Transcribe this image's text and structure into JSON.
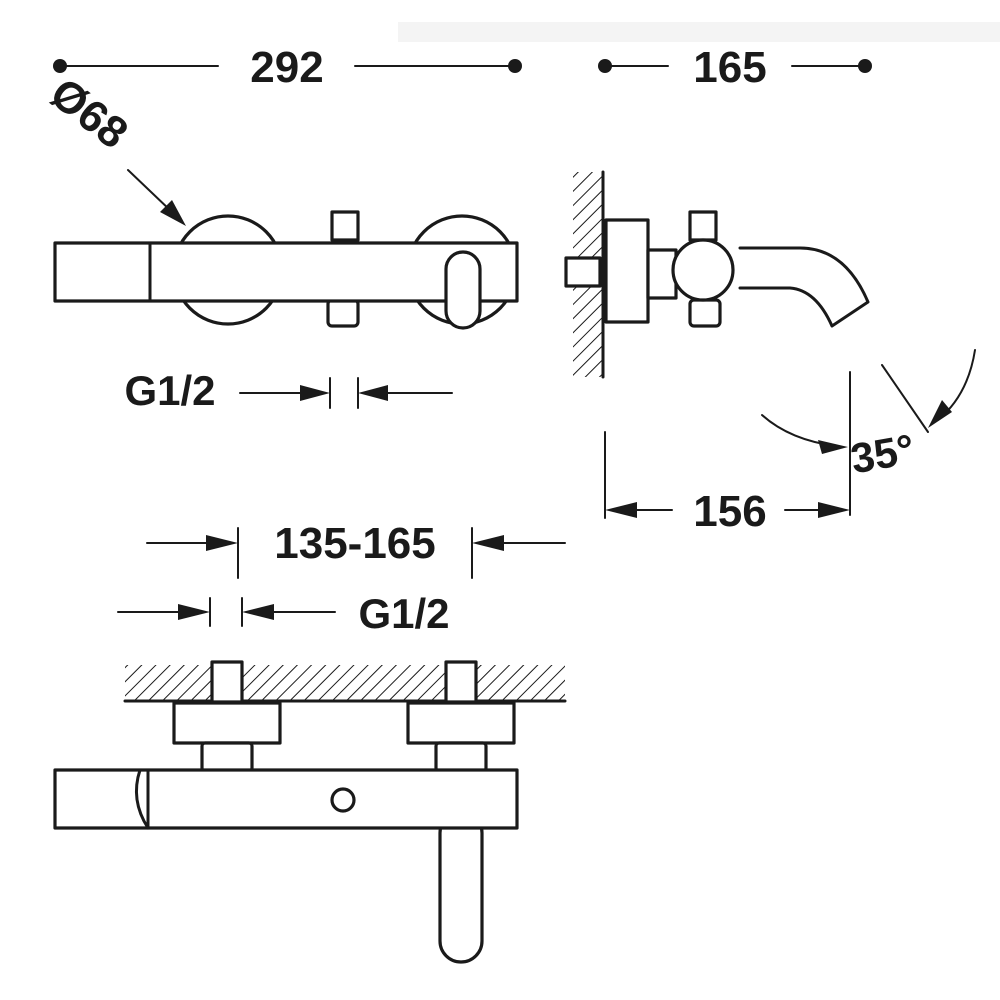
{
  "dimensions": {
    "overall_width": "292",
    "depth": "165",
    "handle_diameter": "Ø68",
    "outlet_thread_top": "G1/2",
    "spout_reach": "156",
    "spout_angle": "35°",
    "centers_range": "135-165",
    "inlet_thread": "G1/2"
  }
}
